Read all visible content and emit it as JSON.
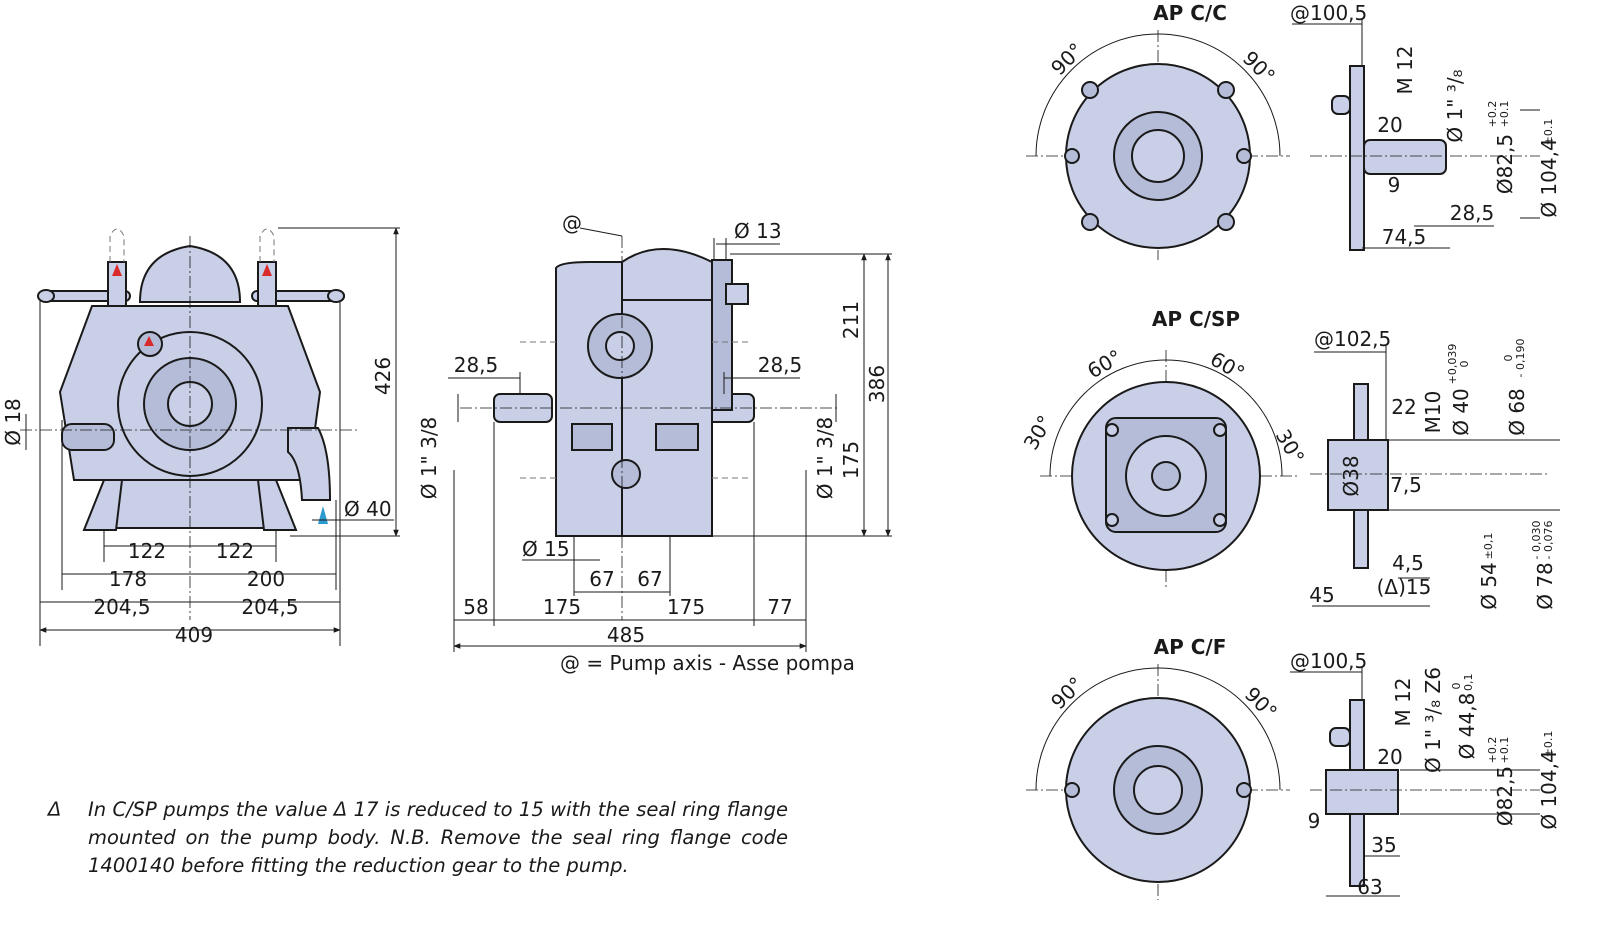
{
  "front_view": {
    "dims": {
      "d18": "Ø 18",
      "h426": "426",
      "d40": "Ø 40",
      "w122a": "122",
      "w122b": "122",
      "w178": "178",
      "w200": "200",
      "w2045a": "204,5",
      "w2045b": "204,5",
      "w409": "409"
    }
  },
  "side_view": {
    "axis_marker": "@",
    "dims": {
      "d13": "Ø 13",
      "h211": "211",
      "h386": "386",
      "h175": "175",
      "l285": "28,5",
      "r285": "28,5",
      "d138l": "Ø 1\" 3/8",
      "d138r": "Ø 1\" 3/8",
      "d15": "Ø 15",
      "w67a": "67",
      "w67b": "67",
      "w58": "58",
      "w175a": "175",
      "w175b": "175",
      "w77": "77",
      "w485": "485"
    },
    "legend": "@ = Pump axis - Asse pompa"
  },
  "note": {
    "symbol": "Δ",
    "text": "In C/SP pumps the value Δ 17 is reduced to 15 with the seal ring flange mounted on the pump body. N.B. Remove the seal ring flange code 1400140 before fitting the reduction gear to the pump."
  },
  "ap_cc": {
    "title": "AP C/C",
    "angle_left": "90°",
    "angle_right": "90°",
    "dims": {
      "at": "@100,5",
      "m12": "M 12",
      "d138": "Ø 1\" ³/₈",
      "w20": "20",
      "d825": "Ø82,5",
      "d825_tol_hi": "+0.2",
      "d825_tol_lo": "+0.1",
      "d1044": "Ø 104,4",
      "d1044_tol": "±0.1",
      "w9": "9",
      "w285": "28,5",
      "w745": "74,5"
    }
  },
  "ap_csp": {
    "title": "AP C/SP",
    "angle_tl": "60°",
    "angle_tr": "60°",
    "angle_l": "30°",
    "angle_r": "30°",
    "dims": {
      "at": "@102,5",
      "w22": "22",
      "m10": "M10",
      "d40": "Ø 40",
      "d40_tol_hi": "+0,039",
      "d40_tol_lo": "0",
      "d68": "Ø 68",
      "d68_tol_hi": "0",
      "d68_tol_lo": "- 0,190",
      "d38": "Ø38",
      "w75": "7,5",
      "w45": "4,5",
      "w15": "(Δ)15",
      "w45b": "45",
      "d54": "Ø 54",
      "d54_tol": "±0,1",
      "d78": "Ø 78",
      "d78_tol_hi": "- 0,030",
      "d78_tol_lo": "- 0,076"
    }
  },
  "ap_cf": {
    "title": "AP C/F",
    "angle_left": "90°",
    "angle_right": "90°",
    "dims": {
      "at": "@100,5",
      "m12": "M 12",
      "d138z6": "Ø 1\" ³/₈ Z6",
      "d448": "Ø 44,8",
      "d448_tol_hi": "0",
      "d448_tol_lo": "- 0,1",
      "w20": "20",
      "d825": "Ø82,5",
      "d825_tol_hi": "+0.2",
      "d825_tol_lo": "+0.1",
      "d1044": "Ø 104,4",
      "d1044_tol": "±0.1",
      "w9": "9",
      "w35": "35",
      "w63": "63"
    }
  }
}
